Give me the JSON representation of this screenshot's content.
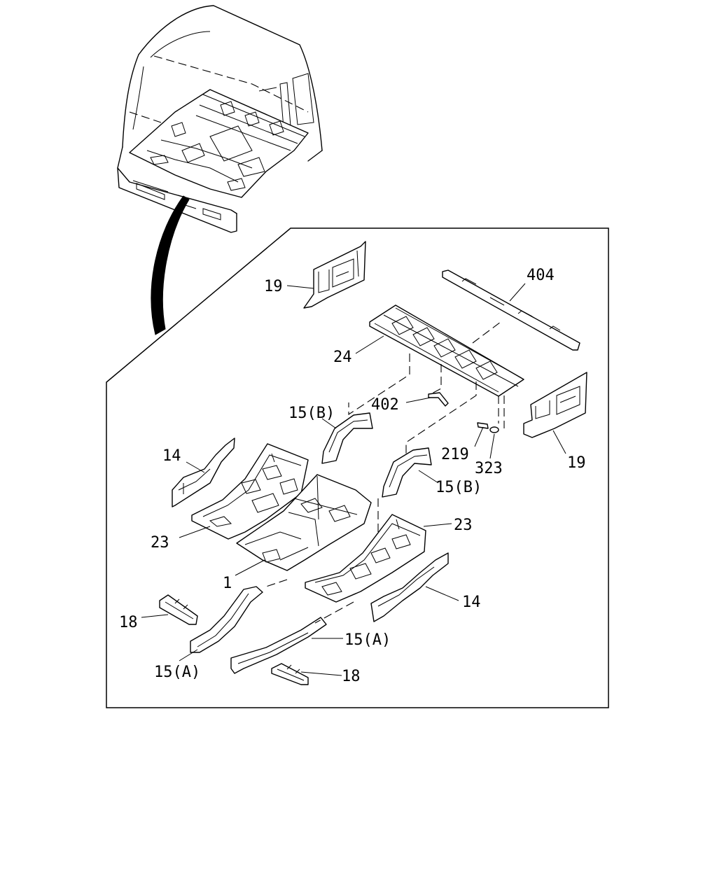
{
  "callouts": {
    "p404": "404",
    "p19_top": "19",
    "p24": "24",
    "p402": "402",
    "p15b_left": "15(B)",
    "p219": "219",
    "p323": "323",
    "p19_right": "19",
    "p14_left": "14",
    "p15b_right": "15(B)",
    "p23_right": "23",
    "p23_left": "23",
    "p1": "1",
    "p14_right": "14",
    "p18_left": "18",
    "p15a_right": "15(A)",
    "p15a_left": "15(A)",
    "p18_bottom": "18"
  }
}
